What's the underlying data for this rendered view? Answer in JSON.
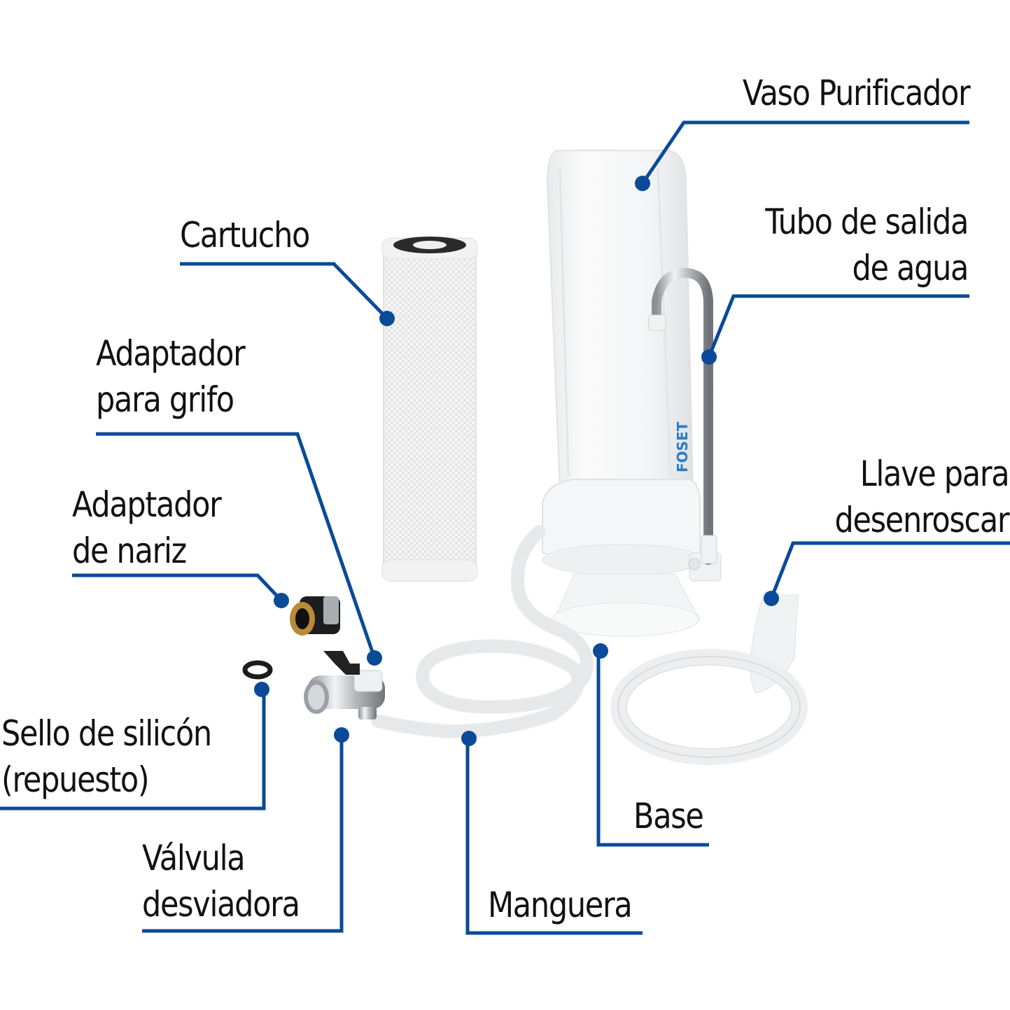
{
  "theme": {
    "leader_color": "#0b4a98",
    "text_color": "#111111",
    "background": "#ffffff"
  },
  "brand": {
    "logo_text": "FOSET"
  },
  "labels": {
    "vaso": {
      "lines": [
        "Vaso Purificador"
      ]
    },
    "tubo": {
      "lines": [
        "Tubo de salida",
        "de agua"
      ]
    },
    "cartucho": {
      "lines": [
        "Cartucho"
      ]
    },
    "grifo": {
      "lines": [
        "Adaptador",
        "para grifo"
      ]
    },
    "nariz": {
      "lines": [
        "Adaptador",
        "de nariz"
      ]
    },
    "llave": {
      "lines": [
        "Llave para",
        "desenroscar"
      ]
    },
    "sello": {
      "lines": [
        "Sello de silicón",
        "(repuesto)"
      ]
    },
    "base": {
      "lines": [
        "Base"
      ]
    },
    "valvula": {
      "lines": [
        "Válvula",
        "desviadora"
      ]
    },
    "manguera": {
      "lines": [
        "Manguera"
      ]
    }
  }
}
